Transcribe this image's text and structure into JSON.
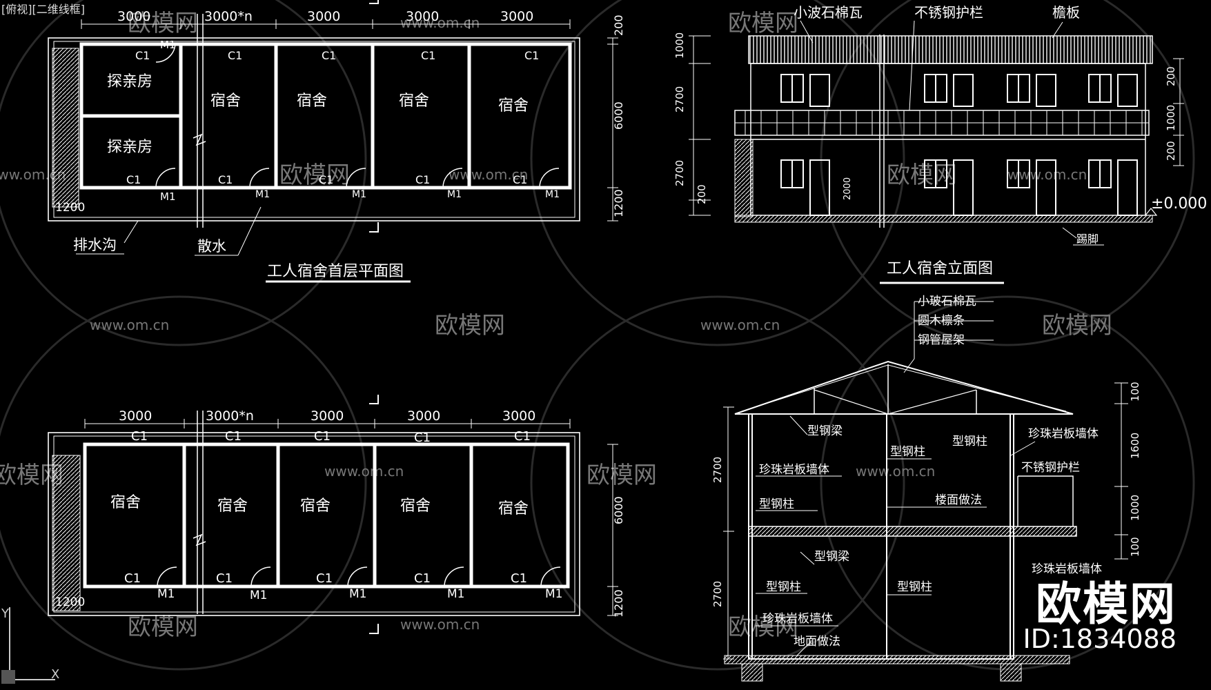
{
  "viewport": {
    "label": "[俯视][二维线框]"
  },
  "colors": {
    "background": "#000000",
    "line": "#ffffff",
    "watermark": "#9a9a9a"
  },
  "watermark": {
    "brand": "欧模网",
    "url": "www.om.cn",
    "id_text": "ID:1834088"
  },
  "plan_ground": {
    "title": "工人宿舍首层平面图",
    "dims_top": [
      "3000",
      "3000*n",
      "3000",
      "3000",
      "3000"
    ],
    "dims_right": [
      "200",
      "6000",
      "1200"
    ],
    "dim_left": "1200",
    "rooms": [
      "探亲房",
      "探亲房",
      "宿舍",
      "宿舍",
      "宿舍",
      "宿舍"
    ],
    "window_label": "C1",
    "door_label": "M1",
    "callouts": [
      "排水沟",
      "散水"
    ]
  },
  "plan_upper": {
    "dims_top": [
      "3000",
      "3000*n",
      "3000",
      "3000",
      "3000"
    ],
    "dims_right": [
      "6000",
      "1200"
    ],
    "dim_left": "1200",
    "rooms": [
      "宿舍",
      "宿舍",
      "宿舍",
      "宿舍",
      "宿舍"
    ],
    "window_label": "C1",
    "door_label": "M1"
  },
  "elevation": {
    "title": "工人宿舍立面图",
    "callouts": [
      "小波石棉瓦",
      "不锈钢护栏",
      "檐板",
      "踢脚"
    ],
    "dims_left": [
      "1000",
      "2700",
      "2700",
      "200"
    ],
    "dims_right": [
      "200",
      "1000",
      "200"
    ],
    "door_height": "2000",
    "level": "±0.000"
  },
  "section": {
    "roof_labels": [
      "小玻石棉瓦",
      "圆木檩条",
      "钢管屋架"
    ],
    "labels": [
      "型钢梁",
      "型钢柱",
      "型钢柱",
      "珍珠岩板墙体",
      "珍珠岩板墙体",
      "型钢柱",
      "楼面做法",
      "不锈钢护栏",
      "型钢梁",
      "型钢柱",
      "型钢柱",
      "珍珠岩板墙体",
      "珍珠岩板墙体",
      "地面做法"
    ],
    "dims_left": [
      "2700",
      "2700"
    ],
    "dims_right": [
      "100",
      "1600",
      "1000",
      "100"
    ]
  }
}
